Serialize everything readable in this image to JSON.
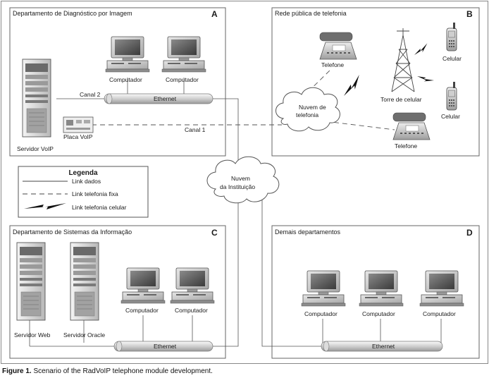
{
  "sections": {
    "a": {
      "title": "Departamento de Diagnóstico por Imagem",
      "letter": "A"
    },
    "b": {
      "title": "Rede pública de telefonia",
      "letter": "B"
    },
    "c": {
      "title": "Departamento de Sistemas da Informação",
      "letter": "C"
    },
    "d": {
      "title": "Demais departamentos",
      "letter": "D"
    }
  },
  "labels": {
    "computador": "Computador",
    "servidor_voip": "Servidor VoIP",
    "placa_voip": "Placa VoIP",
    "canal_1": "Canal 1",
    "canal_2": "Canal 2",
    "ethernet": "Ethernet",
    "telefone_1": "Telefone",
    "telefone_2": "Telefone",
    "celular_1": "Celular",
    "celular_2": "Celular",
    "torre": "Torre de celular",
    "nuvem_telefonia_1": "Nuvem de",
    "nuvem_telefonia_2": "telefonia",
    "nuvem_inst_1": "Nuvem",
    "nuvem_inst_2": "da Instituição",
    "servidor_web": "Servidor Web",
    "servidor_oracle": "Servidor Oracle"
  },
  "legend": {
    "title": "Legenda",
    "items": [
      "Link dados",
      "Link telefonia fixa",
      "Link telefonia celular"
    ]
  },
  "caption": {
    "prefix": "Figure 1.",
    "text": " Scenario of the RadVoIP telephone module development."
  }
}
